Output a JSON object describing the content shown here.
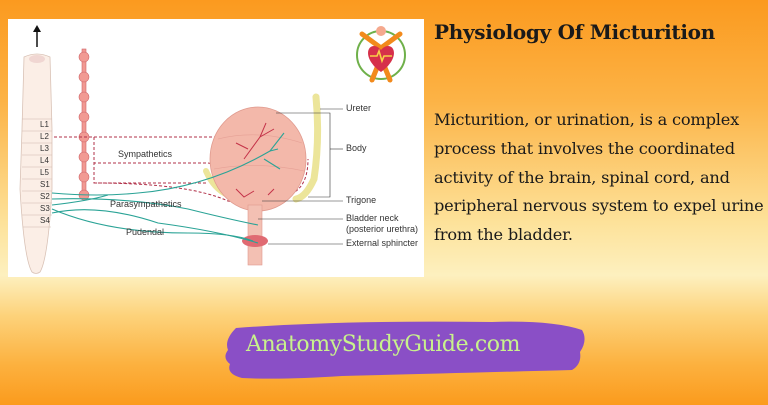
{
  "header": {
    "title": "Physiology Of Micturition"
  },
  "description": "Micturition, or urination, is a complex process that involves the coordinated activity of the brain, spinal cord, and peripheral nervous system to expel urine from the bladder.",
  "brand": {
    "text": "AnatomyStudyGuide.com",
    "bg_color": "#8a4fc6",
    "text_color": "#c8f28c"
  },
  "diagram": {
    "segments": [
      "L1",
      "L2",
      "L3",
      "L4",
      "L5",
      "S1",
      "S2",
      "S3",
      "S4"
    ],
    "nerve_labels": {
      "sympathetics": "Sympathetics",
      "parasympathetics": "Parasympathetics",
      "pudendal": "Pudendal"
    },
    "structure_labels": {
      "ureter": "Ureter",
      "body": "Body",
      "trigone": "Trigone",
      "bladder_neck": "Bladder neck",
      "bladder_neck_sub": "(posterior urethra)",
      "external_sphincter": "External sphincter"
    },
    "colors": {
      "sympathetic": "#b03048",
      "parasympathetic": "#2aa396",
      "bladder": "#f0b0a4",
      "ureter": "#ece59a"
    }
  },
  "logo": {
    "icon": "heart-health-icon"
  }
}
